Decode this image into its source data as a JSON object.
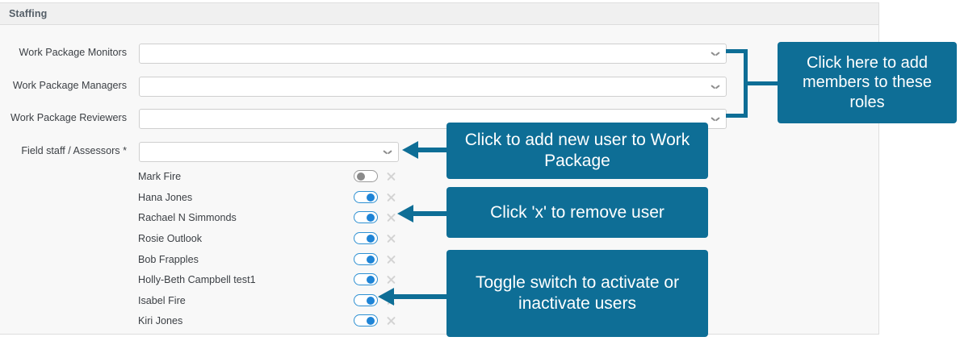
{
  "panel": {
    "header_title": "Staffing"
  },
  "form": {
    "fields": [
      {
        "label": "Work Package Monitors",
        "value": "",
        "icon": "chevron-down-icon"
      },
      {
        "label": "Work Package Managers",
        "value": "",
        "icon": "chevron-down-icon"
      },
      {
        "label": "Work Package Reviewers",
        "value": "",
        "icon": "chevron-down-icon"
      },
      {
        "label": "Field staff / Assessors *",
        "value": "",
        "icon": "chevron-down-icon"
      }
    ]
  },
  "users": [
    {
      "name": "Mark Fire",
      "active": false,
      "remove_icon": "close-icon"
    },
    {
      "name": "Hana Jones",
      "active": true,
      "remove_icon": "close-icon"
    },
    {
      "name": "Rachael N Simmonds",
      "active": true,
      "remove_icon": "close-icon"
    },
    {
      "name": "Rosie Outlook",
      "active": true,
      "remove_icon": "close-icon"
    },
    {
      "name": "Bob Frapples",
      "active": true,
      "remove_icon": "close-icon"
    },
    {
      "name": "Holly-Beth Campbell test1",
      "active": true,
      "remove_icon": "close-icon"
    },
    {
      "name": "Isabel Fire",
      "active": true,
      "remove_icon": "close-icon"
    },
    {
      "name": "Kiri Jones",
      "active": true,
      "remove_icon": "close-icon"
    }
  ],
  "callouts": [
    {
      "id": "add-members-roles",
      "text": "Click here to add members to these roles"
    },
    {
      "id": "add-new-user",
      "text": "Click to add new user to Work Package"
    },
    {
      "id": "remove-user",
      "text": "Click 'x' to remove user"
    },
    {
      "id": "toggle-active",
      "text": "Toggle switch to activate or inactivate users"
    }
  ],
  "colors": {
    "callout_background": "#0e6e96",
    "toggle_on": "#1e84d6",
    "toggle_off": "#8a8a8a",
    "panel_header": "#f0f0f0"
  }
}
